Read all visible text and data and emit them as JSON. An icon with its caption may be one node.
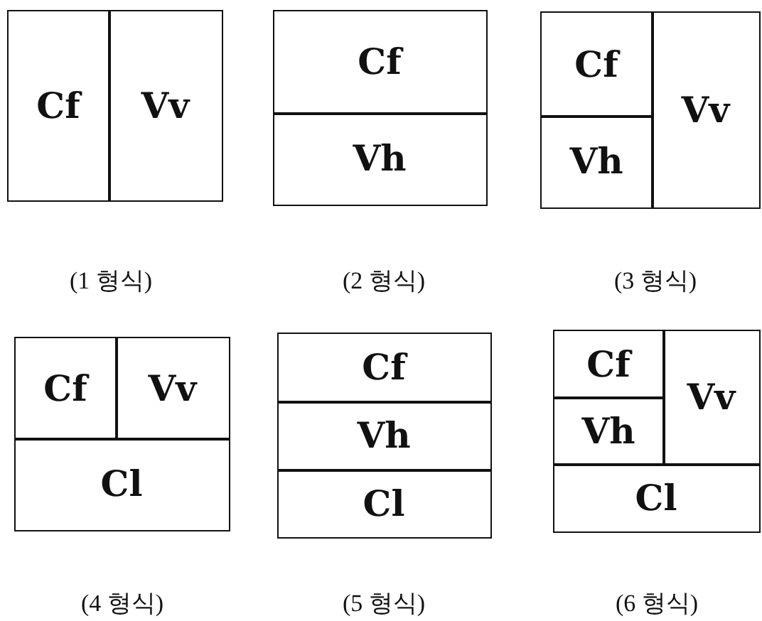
{
  "diagram": {
    "nodes": [
      {
        "text": [],
        "shape": "box"
      },
      {
        "text": [
          "Cf"
        ],
        "in": 0
      },
      {
        "text": [
          "Vv"
        ],
        "in": 0
      },
      {
        "text": [],
        "shape": "box"
      },
      {
        "text": [
          "Cf"
        ],
        "in": 3
      },
      {
        "text": [
          "Vh"
        ],
        "in": 3
      },
      {
        "text": [],
        "shape": "box"
      },
      {
        "text": [
          "Cf"
        ],
        "in": 6
      },
      {
        "text": [
          "Vh"
        ],
        "in": 6
      },
      {
        "text": [
          "Vv"
        ],
        "in": 6
      },
      {
        "text": [],
        "shape": "box"
      },
      {
        "text": [
          "Cf"
        ],
        "in": 10
      },
      {
        "text": [
          "Vv"
        ],
        "in": 10
      },
      {
        "text": [
          "Cl"
        ],
        "in": 10
      },
      {
        "text": [],
        "shape": "box"
      },
      {
        "text": [
          "Cf"
        ],
        "in": 14
      },
      {
        "text": [
          "Vh"
        ],
        "in": 14
      },
      {
        "text": [
          "Cl"
        ],
        "in": 14
      },
      {
        "text": [],
        "shape": "box"
      },
      {
        "text": [
          "Cf"
        ],
        "in": 18
      },
      {
        "text": [
          "Vh"
        ],
        "in": 18
      },
      {
        "text": [
          "Vv"
        ],
        "in": 18
      },
      {
        "text": [
          "Cl"
        ],
        "in": 18
      }
    ],
    "labels": [
      "(1 형식)",
      "(2 형식)",
      "(3 형식)",
      "(4 형식)",
      "(5 형식)",
      "(6 형식)"
    ]
  }
}
